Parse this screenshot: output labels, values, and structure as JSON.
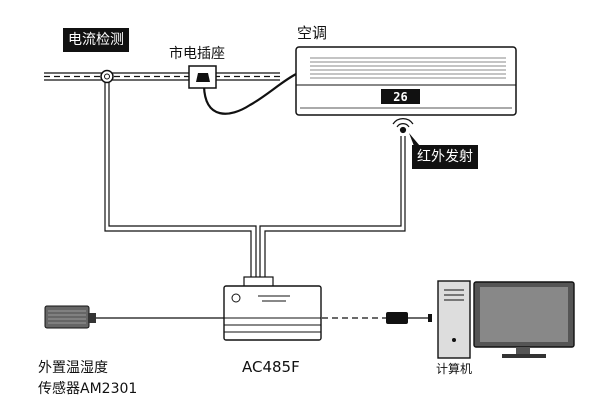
{
  "labels": {
    "current_detect": "电流检测",
    "outlet": "市电插座",
    "air_conditioner": "空调",
    "ac_display": "26",
    "infrared": "红外发射",
    "device_model": "AC485F",
    "sensor_line1": "外置温湿度",
    "sensor_line2": "传感器AM2301",
    "computer": "计算机"
  },
  "colors": {
    "stroke": "#111111",
    "callout_bg": "#111111",
    "callout_text": "#ffffff",
    "ac_display_bg": "#111111",
    "ac_display_text": "#ffffff"
  }
}
